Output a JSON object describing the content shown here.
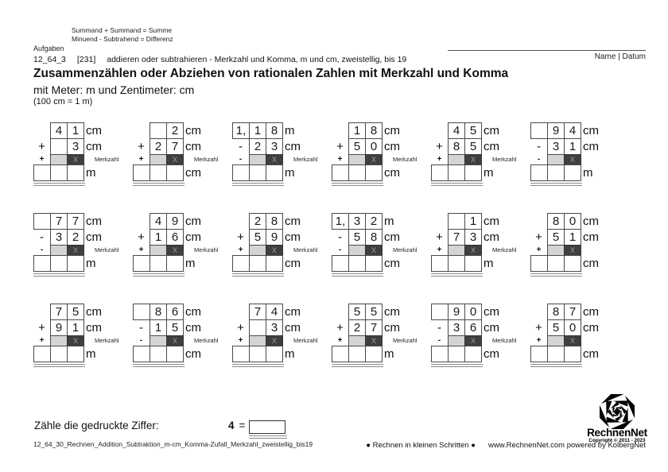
{
  "header": {
    "formula_line1": "Summand + Summand = Summe",
    "formula_line2": "Minuend - Subtrahend = Differenz",
    "section_label": "Aufgaben",
    "task_id": "12_64_3",
    "task_number": "[231]",
    "task_description": "addieren oder subtrahieren - Merkzahl und Komma, m und cm, zweistellig, bis 19",
    "name_date_label": "Name | Datum"
  },
  "title": {
    "main": "Zusammenzählen oder Abziehen von rationalen Zahlen mit Merkzahl und Komma",
    "subtitle": "mit Meter: m und Zentimeter: cm",
    "note": "(100 cm = 1 m)"
  },
  "merkzahl_label": "Merkzahl",
  "merk_x": "X",
  "problems": [
    {
      "row": 0,
      "col": 0,
      "top_cells": [
        null,
        "4",
        "1"
      ],
      "top_unit": "cm",
      "operator": "+",
      "second_cells": [
        "",
        "3"
      ],
      "second_unit": "cm",
      "merkzahl": true,
      "result_unit": "m"
    },
    {
      "row": 0,
      "col": 1,
      "top_cells": [
        null,
        "",
        "2"
      ],
      "top_unit": "cm",
      "operator": "+",
      "second_cells": [
        "2",
        "7"
      ],
      "second_unit": "cm",
      "merkzahl": true,
      "result_unit": "cm"
    },
    {
      "row": 0,
      "col": 2,
      "top_cells": [
        "1,",
        "1",
        "8"
      ],
      "top_unit": "m",
      "operator": "-",
      "second_cells": [
        "2",
        "3"
      ],
      "second_unit": "cm",
      "merkzahl": true,
      "result_unit": "m"
    },
    {
      "row": 0,
      "col": 3,
      "top_cells": [
        null,
        "1",
        "8"
      ],
      "top_unit": "cm",
      "operator": "+",
      "second_cells": [
        "5",
        "0"
      ],
      "second_unit": "cm",
      "merkzahl": true,
      "result_unit": "cm"
    },
    {
      "row": 0,
      "col": 4,
      "top_cells": [
        null,
        "4",
        "5"
      ],
      "top_unit": "cm",
      "operator": "+",
      "second_cells": [
        "8",
        "5"
      ],
      "second_unit": "cm",
      "merkzahl": true,
      "result_unit": "m"
    },
    {
      "row": 0,
      "col": 5,
      "top_cells": [
        "",
        "9",
        "4"
      ],
      "top_unit": "cm",
      "operator": "-",
      "second_cells": [
        "3",
        "1"
      ],
      "second_unit": "cm",
      "merkzahl": false,
      "result_unit": "m"
    },
    {
      "row": 1,
      "col": 0,
      "top_cells": [
        "",
        "7",
        "7"
      ],
      "top_unit": "cm",
      "operator": "-",
      "second_cells": [
        "3",
        "2"
      ],
      "second_unit": "cm",
      "merkzahl": true,
      "result_unit": "m"
    },
    {
      "row": 1,
      "col": 1,
      "top_cells": [
        null,
        "4",
        "9"
      ],
      "top_unit": "cm",
      "operator": "+",
      "second_cells": [
        "1",
        "6"
      ],
      "second_unit": "cm",
      "merkzahl": true,
      "result_unit": "m"
    },
    {
      "row": 1,
      "col": 2,
      "top_cells": [
        null,
        "2",
        "8"
      ],
      "top_unit": "cm",
      "operator": "+",
      "second_cells": [
        "5",
        "9"
      ],
      "second_unit": "cm",
      "merkzahl": true,
      "result_unit": "cm"
    },
    {
      "row": 1,
      "col": 3,
      "top_cells": [
        "1,",
        "3",
        "2"
      ],
      "top_unit": "m",
      "operator": "-",
      "second_cells": [
        "5",
        "8"
      ],
      "second_unit": "cm",
      "merkzahl": true,
      "result_unit": "cm"
    },
    {
      "row": 1,
      "col": 4,
      "top_cells": [
        null,
        "",
        "1"
      ],
      "top_unit": "cm",
      "operator": "+",
      "second_cells": [
        "7",
        "3"
      ],
      "second_unit": "cm",
      "merkzahl": true,
      "result_unit": "m"
    },
    {
      "row": 1,
      "col": 5,
      "top_cells": [
        null,
        "8",
        "0"
      ],
      "top_unit": "cm",
      "operator": "+",
      "second_cells": [
        "5",
        "1"
      ],
      "second_unit": "cm",
      "merkzahl": false,
      "result_unit": "cm"
    },
    {
      "row": 2,
      "col": 0,
      "top_cells": [
        null,
        "7",
        "5"
      ],
      "top_unit": "cm",
      "operator": "+",
      "second_cells": [
        "9",
        "1"
      ],
      "second_unit": "cm",
      "merkzahl": true,
      "result_unit": "m"
    },
    {
      "row": 2,
      "col": 1,
      "top_cells": [
        "",
        "8",
        "6"
      ],
      "top_unit": "cm",
      "operator": "-",
      "second_cells": [
        "1",
        "5"
      ],
      "second_unit": "cm",
      "merkzahl": true,
      "result_unit": "cm"
    },
    {
      "row": 2,
      "col": 2,
      "top_cells": [
        null,
        "7",
        "4"
      ],
      "top_unit": "cm",
      "operator": "+",
      "second_cells": [
        "",
        "3"
      ],
      "second_unit": "cm",
      "merkzahl": true,
      "result_unit": "m"
    },
    {
      "row": 2,
      "col": 3,
      "top_cells": [
        null,
        "5",
        "5"
      ],
      "top_unit": "cm",
      "operator": "+",
      "second_cells": [
        "2",
        "7"
      ],
      "second_unit": "cm",
      "merkzahl": true,
      "result_unit": "m"
    },
    {
      "row": 2,
      "col": 4,
      "top_cells": [
        "",
        "9",
        "0"
      ],
      "top_unit": "cm",
      "operator": "-",
      "second_cells": [
        "3",
        "6"
      ],
      "second_unit": "cm",
      "merkzahl": true,
      "result_unit": "cm"
    },
    {
      "row": 2,
      "col": 5,
      "top_cells": [
        null,
        "8",
        "7"
      ],
      "top_unit": "cm",
      "operator": "+",
      "second_cells": [
        "5",
        "0"
      ],
      "second_unit": "cm",
      "merkzahl": false,
      "result_unit": "cm"
    }
  ],
  "bottom": {
    "count_instruction": "Zähle die gedruckte Ziffer:",
    "count_digit": "4",
    "equals": "="
  },
  "footer": {
    "filename": "12_64_30_Rechnen_Addition_Subtraktion_m-cm_Komma-Zufall_Merkzahl_zweistellig_bis19",
    "tagline": "● Rechnen in kleinen Schritten ●",
    "website": "www.RechnenNet.com powered by KolbergNet",
    "logo_text": "RechnenNet",
    "logo_copyright": "Copyright © 2011 - 2023"
  },
  "colors": {
    "box_border": "#4a4a4a",
    "merk_light_fill": "#d4d4d4",
    "merk_dark_fill": "#3f3f3f",
    "merk_x_color": "#a0a0a0",
    "rule_gray": "#8a8a8a"
  }
}
